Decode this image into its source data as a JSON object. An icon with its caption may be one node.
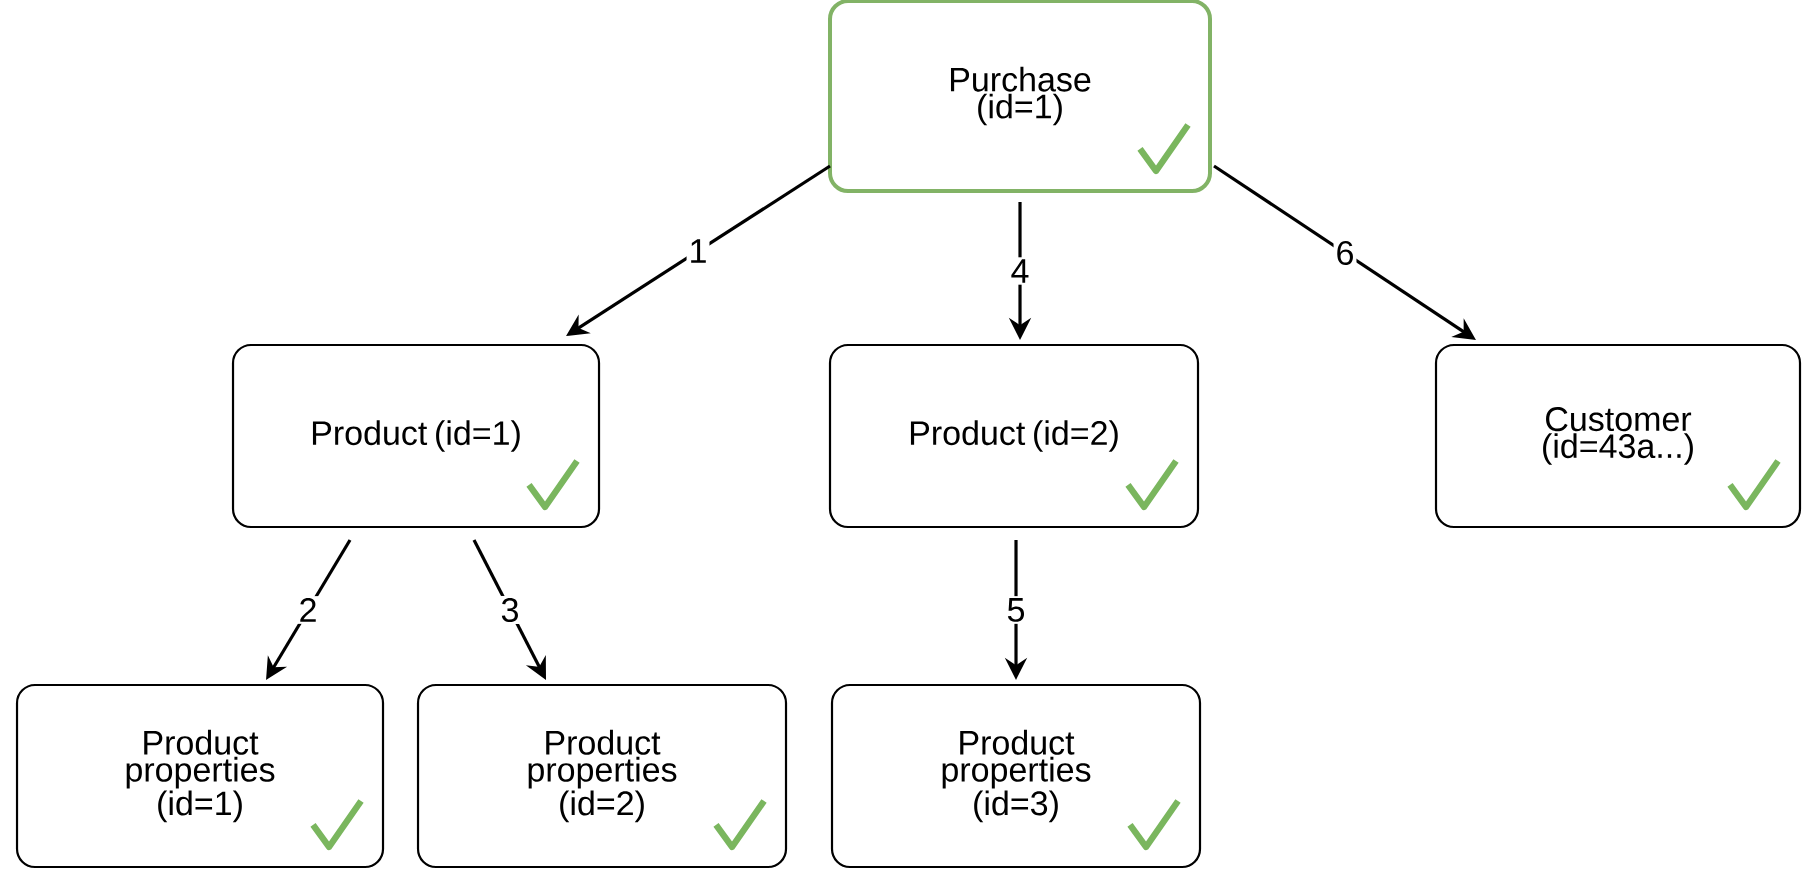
{
  "diagram": {
    "nodes": [
      {
        "text": [
          "Purchase (id=1)"
        ]
      },
      {
        "text": [
          "Product (id=1)"
        ]
      },
      {
        "text": [
          "Product (id=2)"
        ]
      },
      {
        "text": [
          "Customer (id=43a...)"
        ]
      },
      {
        "text": [
          "Product properties (id=1)"
        ]
      },
      {
        "text": [
          "Product properties (id=2)"
        ]
      },
      {
        "text": [
          "Product properties (id=3)"
        ]
      }
    ],
    "edges": [
      {
        "from": 0,
        "to": 1,
        "arrow": "to",
        "label": "1"
      },
      {
        "from": 0,
        "to": 2,
        "arrow": "to",
        "label": "4"
      },
      {
        "from": 0,
        "to": 3,
        "arrow": "to",
        "label": "6"
      },
      {
        "from": 1,
        "to": 4,
        "arrow": "to",
        "label": "2"
      },
      {
        "from": 1,
        "to": 5,
        "arrow": "to",
        "label": "3"
      },
      {
        "from": 2,
        "to": 6,
        "arrow": "to",
        "label": "5"
      }
    ]
  }
}
